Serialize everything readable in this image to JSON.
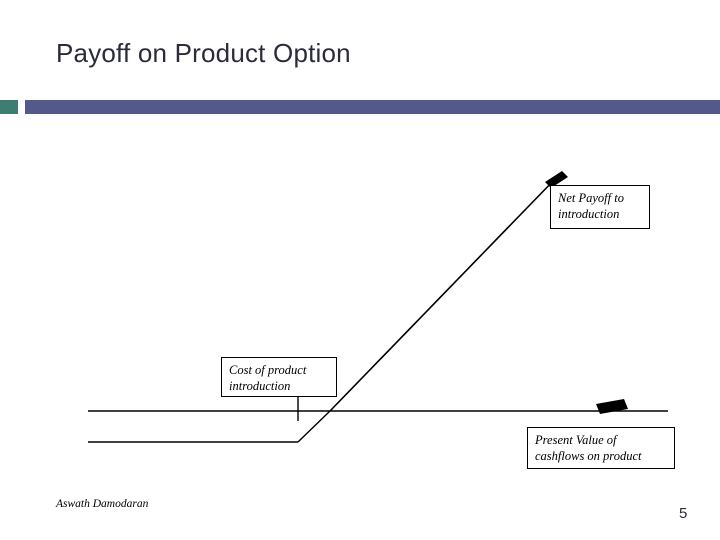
{
  "slide": {
    "title": "Payoff on Product Option",
    "page_number": "5",
    "author": "Aswath Damodaran",
    "accent_bar_color": "#535a8b",
    "accent_cap_color": "#3f7d72",
    "title_color": "#2b2b3d"
  },
  "diagram": {
    "line_color": "#000000",
    "callouts": [
      {
        "name": "net-payoff",
        "line1": "Net Payoff to",
        "line2": "introduction"
      },
      {
        "name": "cost-of-product-introduction",
        "line1": "Cost of product",
        "line2": "introduction"
      },
      {
        "name": "present-value-of-cashflows",
        "line1": "Present Value of",
        "line2": "cashflows on product"
      }
    ]
  }
}
